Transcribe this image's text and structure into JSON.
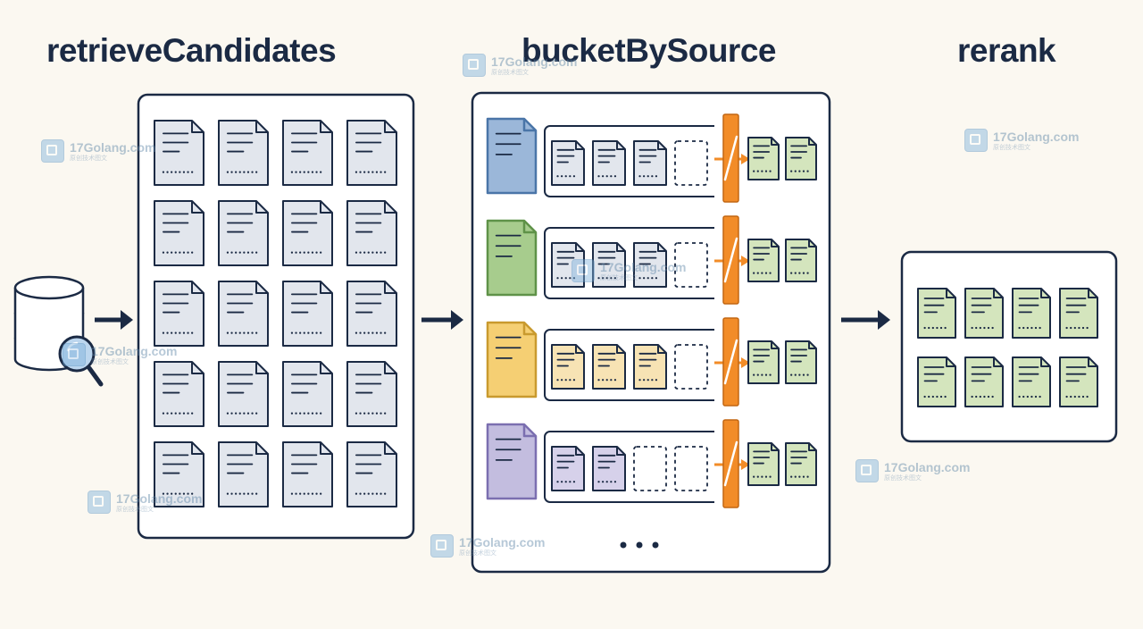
{
  "diagram": {
    "stages": [
      {
        "id": "retrieve",
        "title": "retrieveCandidates"
      },
      {
        "id": "bucket",
        "title": "bucketBySource"
      },
      {
        "id": "rerank",
        "title": "rerank"
      }
    ],
    "retrieve": {
      "source_icon": "database-search-icon",
      "candidate_grid": {
        "rows": 5,
        "cols": 4,
        "doc_color": "#e2e6ed"
      }
    },
    "bucket": {
      "rows": [
        {
          "source_color": "#9bb7d9",
          "source_border": "#4a75a8",
          "doc_color": "#e2e6ed",
          "filled": 3,
          "slots": 4,
          "kept": 2
        },
        {
          "source_color": "#a7cc8d",
          "source_border": "#5f9248",
          "doc_color": "#e2e6ed",
          "filled": 3,
          "slots": 4,
          "kept": 2
        },
        {
          "source_color": "#f5cf73",
          "source_border": "#c99a2e",
          "doc_color": "#f7e3b4",
          "filled": 3,
          "slots": 4,
          "kept": 2
        },
        {
          "source_color": "#c3bddf",
          "source_border": "#7b6fb0",
          "doc_color": "#d6d1ea",
          "filled": 2,
          "slots": 4,
          "kept": 2
        }
      ],
      "more_indicator": "ellipsis-icon",
      "filter_color": "#f28c28",
      "kept_doc_color": "#d4e5bd"
    },
    "rerank": {
      "result_grid": {
        "rows": 2,
        "cols": 4,
        "doc_color": "#d4e5bd"
      }
    },
    "colors": {
      "ink": "#1b2a44",
      "background": "#fbf8f1",
      "panel": "#ffffff"
    }
  },
  "watermarks": [
    {
      "text": "17Golang.com",
      "sub": "原创技术图文"
    },
    {
      "text": "17Golang.com",
      "sub": "原创技术图文"
    },
    {
      "text": "17Golang.com",
      "sub": "原创技术图文"
    },
    {
      "text": "17Golang.com",
      "sub": "原创技术图文"
    },
    {
      "text": "17Golang.com",
      "sub": "原创技术图文"
    },
    {
      "text": "17Golang.com",
      "sub": "原创技术图文"
    },
    {
      "text": "17Golang.com",
      "sub": "原创技术图文"
    },
    {
      "text": "17Golang.com",
      "sub": "原创技术图文"
    }
  ]
}
